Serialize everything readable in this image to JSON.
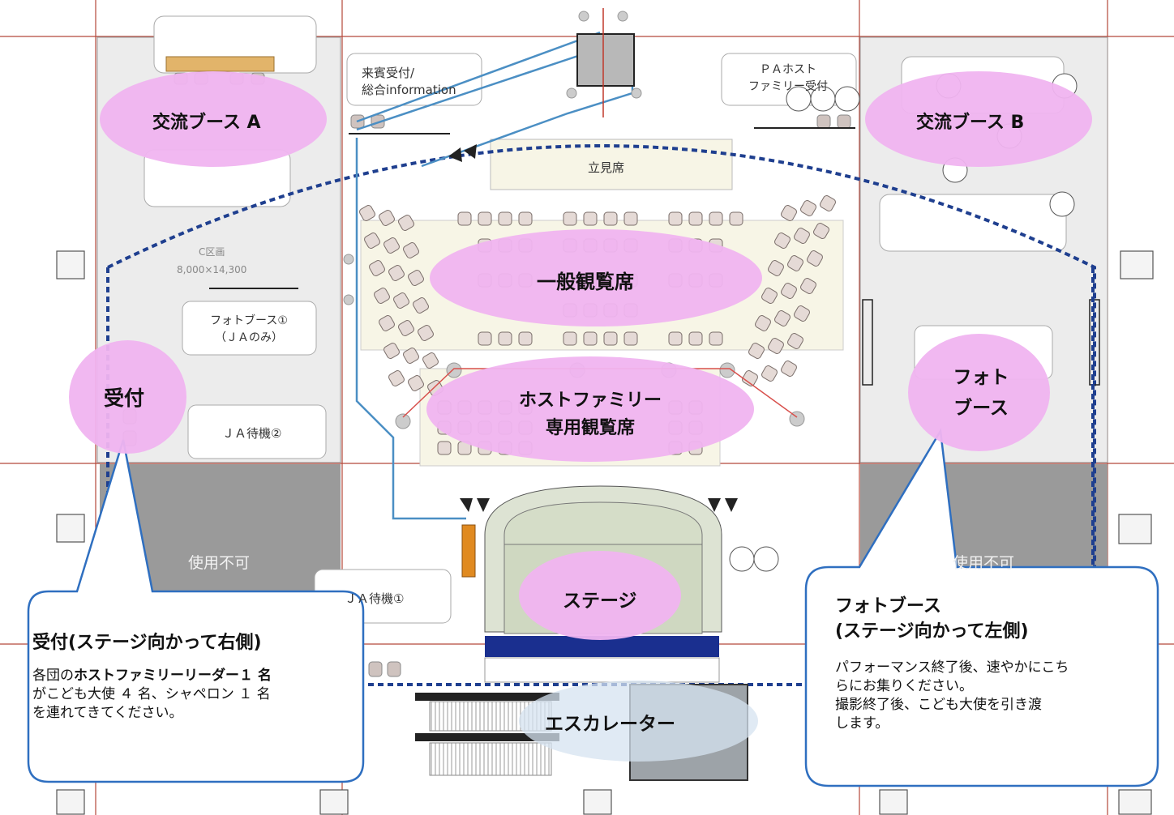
{
  "rooms": {
    "reception_info": {
      "line1": "来賓受付/",
      "line2": "総合information"
    },
    "pa_host": {
      "line1": "ＰＡホスト",
      "line2": "ファミリー受付"
    },
    "standing": "立見席",
    "c_area": {
      "title": "C区画",
      "size": "8,000×14,300"
    },
    "photo_booth_1": {
      "line1": "フォトブース①",
      "line2": "（ＪＡのみ）"
    },
    "ja_wait_2": "ＪＡ待機②",
    "ja_wait_1": "ＪＡ待機①",
    "unusable_left": "使用不可",
    "unusable_right": "使用不可"
  },
  "zones": {
    "exchange_a": "交流ブース A",
    "exchange_b": "交流ブース B",
    "general_seats": "一般観覧席",
    "host_seats": {
      "line1": "ホストファミリー",
      "line2": "専用観覧席"
    },
    "reception": "受付",
    "photo": {
      "line1": "フォト",
      "line2": "ブース"
    },
    "stage": "ステージ",
    "escalator": "エスカレーター"
  },
  "callouts": {
    "left": {
      "title": "受付(ステージ向かって右側)",
      "body_1": "各団の",
      "body_bold": "ホストファミリーリーダー１ 名",
      "body_2": "がこども大使 ４ 名、シャペロン １ 名",
      "body_3": "を連れてきてください。"
    },
    "right": {
      "title_1": "フォトブース",
      "title_2": "(ステージ向かって左側)",
      "body_1": "パフォーマンス終了後、速やかにこち",
      "body_2": "らにお集りください。",
      "body_3": "撮影終了後、こども大使を引き渡",
      "body_4": "します。"
    }
  },
  "colors": {
    "accent_oval": "#f0b4f0",
    "callout_border": "#2f6fc0",
    "dashed_boundary": "#1f3f8f",
    "stage_band": "#1a2f8f",
    "unusable_gray": "#9a9a9a"
  }
}
